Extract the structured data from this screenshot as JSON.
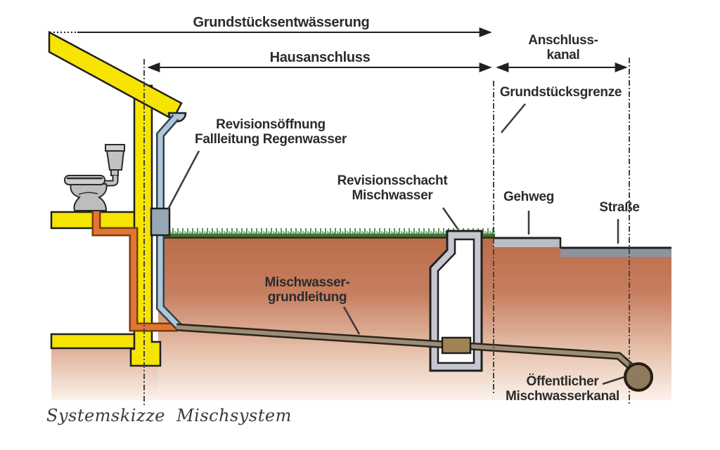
{
  "diagram": {
    "caption": "Systemskizze Mischsystem",
    "dimension_lines": {
      "grundstuecksentwaesserung": {
        "label": "Grundstücksentwässerung"
      },
      "hausanschluss": {
        "label": "Hausanschluss"
      },
      "anschlusskanal": {
        "line1": "Anschluss-",
        "line2": "kanal"
      }
    },
    "annotations": {
      "grundstuecksgrenze": {
        "label": "Grundstücksgrenze"
      },
      "revisionsoeffnung": {
        "line1": "Revisionsöffnung",
        "line2": "Fallleitung Regenwasser"
      },
      "revisionsschacht": {
        "line1": "Revisionsschacht",
        "line2": "Mischwasser"
      },
      "gehweg": {
        "label": "Gehweg"
      },
      "strasse": {
        "label": "Straße"
      },
      "grundleitung": {
        "line1": "Mischwasser-",
        "line2": "grundleitung"
      },
      "oeffentlicher_kanal": {
        "line1": "Öffentlicher",
        "line2": "Mischwasserkanal"
      }
    },
    "colors": {
      "house_yellow": "#F6E403",
      "sewage_pipe_orange": "#E0762F",
      "sewage_pipe_orange_edge": "#7A3B10",
      "rain_pipe_blue": "#AEC8DB",
      "rain_pipe_blue_edge": "#37424A",
      "revision_box_gray": "#98A7B5",
      "soil_top": "#BA6C4A",
      "grass_green": "#2F7A33",
      "shaft_gray": "#C5C9CF",
      "ground_pipe_brown": "#9A8C76",
      "ground_pipe_edge": "#2B2418",
      "fitting_brown": "#A28353",
      "canal_brown": "#8F7A5E",
      "sidewalk_gray": "#B9BDC5",
      "street_gray": "#8C949E",
      "outline_dark": "#1F1F1F",
      "text": "#2B2B2B"
    }
  }
}
